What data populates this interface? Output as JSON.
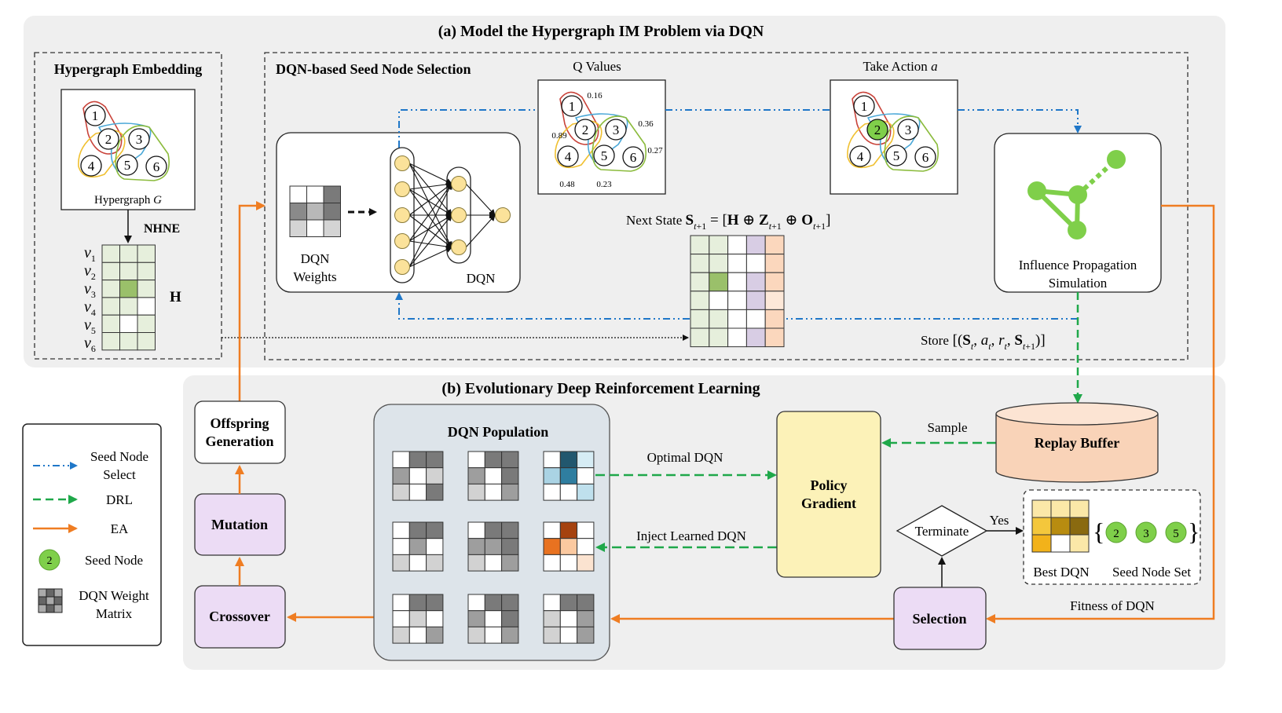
{
  "panel_a": {
    "title": "(a)  Model the Hypergraph IM Problem via DQN",
    "embedding": {
      "title": "Hypergraph Embedding",
      "graph_caption_prefix": "Hypergraph ",
      "graph_caption_var": "G",
      "nhne": "NHNE",
      "matrix_label": "H",
      "row_labels": [
        "v1",
        "v2",
        "v3",
        "v4",
        "v5",
        "v6"
      ]
    },
    "dqn_selection": {
      "title": "DQN-based Seed Node Selection",
      "weights_line1": "DQN",
      "weights_line2": "Weights",
      "dqn_label": "DQN",
      "q_values_title": "Q Values",
      "q_values": [
        "0.16",
        "0.36",
        "0.89",
        "0.27",
        "0.48",
        "0.23"
      ],
      "take_action_prefix": "Take Action ",
      "take_action_var": "a",
      "next_state_prefix": "Next State ",
      "simulation_line1": "Influence Propagation",
      "simulation_line2": "Simulation",
      "store_prefix": "Store"
    },
    "node_ids": [
      "1",
      "2",
      "3",
      "4",
      "5",
      "6"
    ]
  },
  "panel_b": {
    "title": "(b)  Evolutionary Deep Reinforcement Learning",
    "population_title": "DQN Population",
    "offspring_line1": "Offspring",
    "offspring_line2": "Generation",
    "mutation": "Mutation",
    "crossover": "Crossover",
    "optimal_dqn": "Optimal DQN",
    "inject_dqn": "Inject Learned DQN",
    "policy_line1": "Policy",
    "policy_line2": "Gradient",
    "sample": "Sample",
    "replay_buffer": "Replay Buffer",
    "terminate": "Terminate",
    "yes": "Yes",
    "best_dqn": "Best DQN",
    "seed_node_set": "Seed Node Set",
    "seed_nodes": [
      "2",
      "3",
      "5"
    ],
    "selection": "Selection",
    "fitness": "Fitness of DQN"
  },
  "legend": {
    "seed_select_line1": "Seed Node",
    "seed_select_line2": "Select",
    "drl": "DRL",
    "ea": "EA",
    "seed_node_example": "2",
    "seed_node": "Seed Node",
    "weight_line1": "DQN Weight",
    "weight_line2": "Matrix"
  },
  "colors": {
    "blue_select": "#1f77c8",
    "green_drl": "#1fa84a",
    "orange_ea": "#ef7d22",
    "seed_green": "#7fcf4a",
    "node_yellow": "#fbe29a",
    "purple_box": "#ecdcf5",
    "policy_yellow": "#fcf2b8",
    "buffer_peach": "#f9d3b8"
  }
}
